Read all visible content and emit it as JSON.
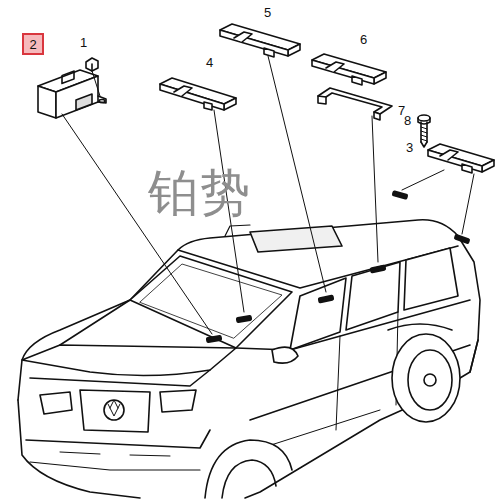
{
  "diagram": {
    "nodes": [
      {
        "text": [
          "2"
        ]
      }
    ],
    "labels": [
      "1",
      "5",
      "6",
      "4",
      "7",
      "8",
      "3",
      "铂势"
    ]
  }
}
